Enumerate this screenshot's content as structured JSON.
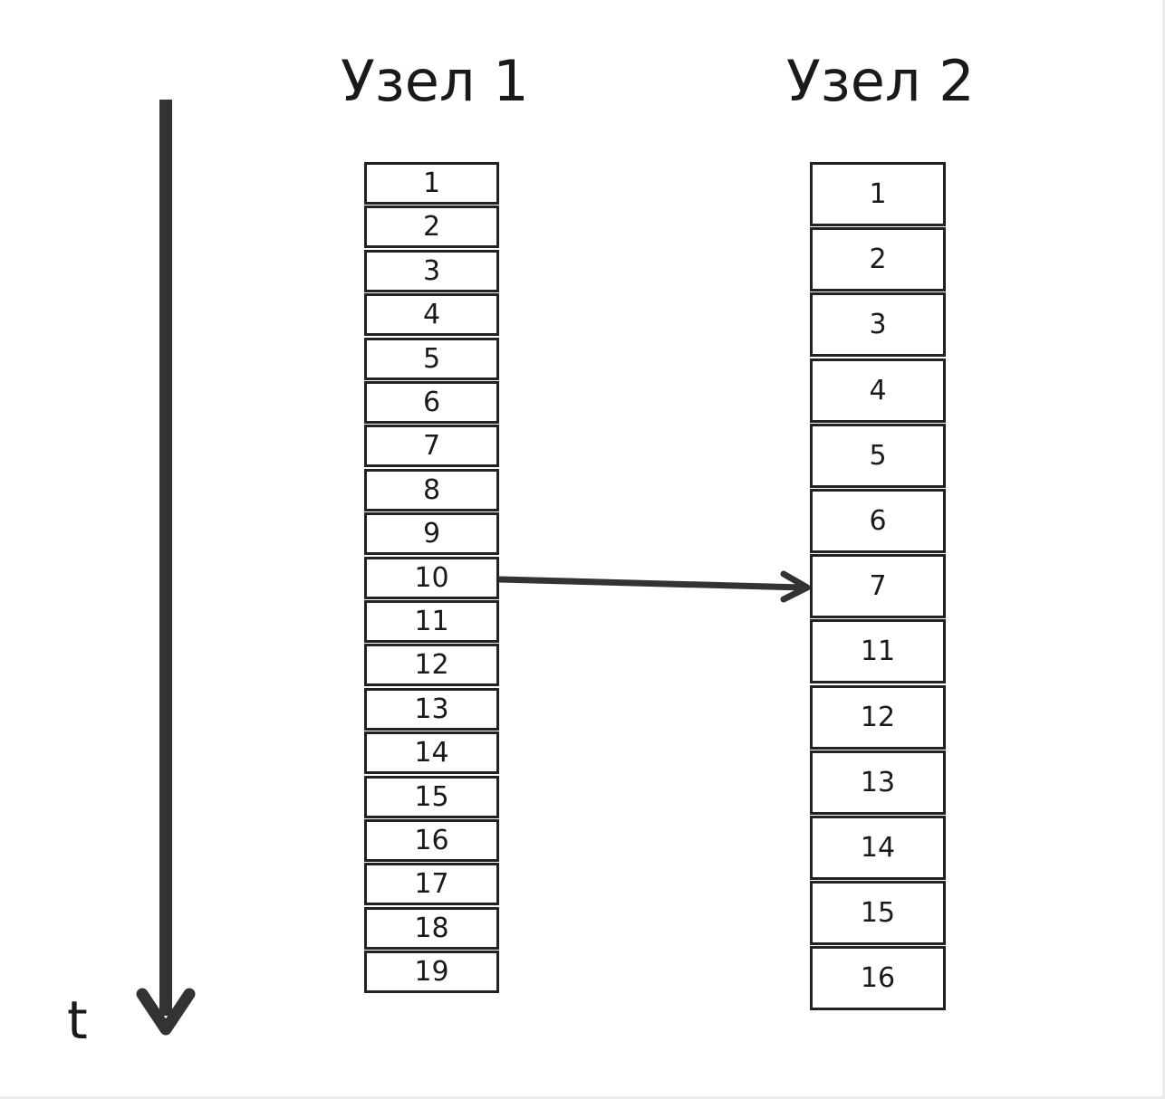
{
  "nodes": [
    {
      "title": "Узел 1",
      "entries": [
        "1",
        "2",
        "3",
        "4",
        "5",
        "6",
        "7",
        "8",
        "9",
        "10",
        "11",
        "12",
        "13",
        "14",
        "15",
        "16",
        "17",
        "18",
        "19"
      ]
    },
    {
      "title": "Узел 2",
      "entries": [
        "1",
        "2",
        "3",
        "4",
        "5",
        "6",
        "7",
        "11",
        "12",
        "13",
        "14",
        "15",
        "16"
      ]
    }
  ],
  "time_axis": {
    "label": "t",
    "direction": "down"
  },
  "replication_arrow": {
    "from_node": 1,
    "from_entry": "10",
    "to_node": 2,
    "to_entry": "7"
  },
  "colors": {
    "stroke": "#333333",
    "text": "#1a1a1a",
    "background": "#ffffff"
  }
}
